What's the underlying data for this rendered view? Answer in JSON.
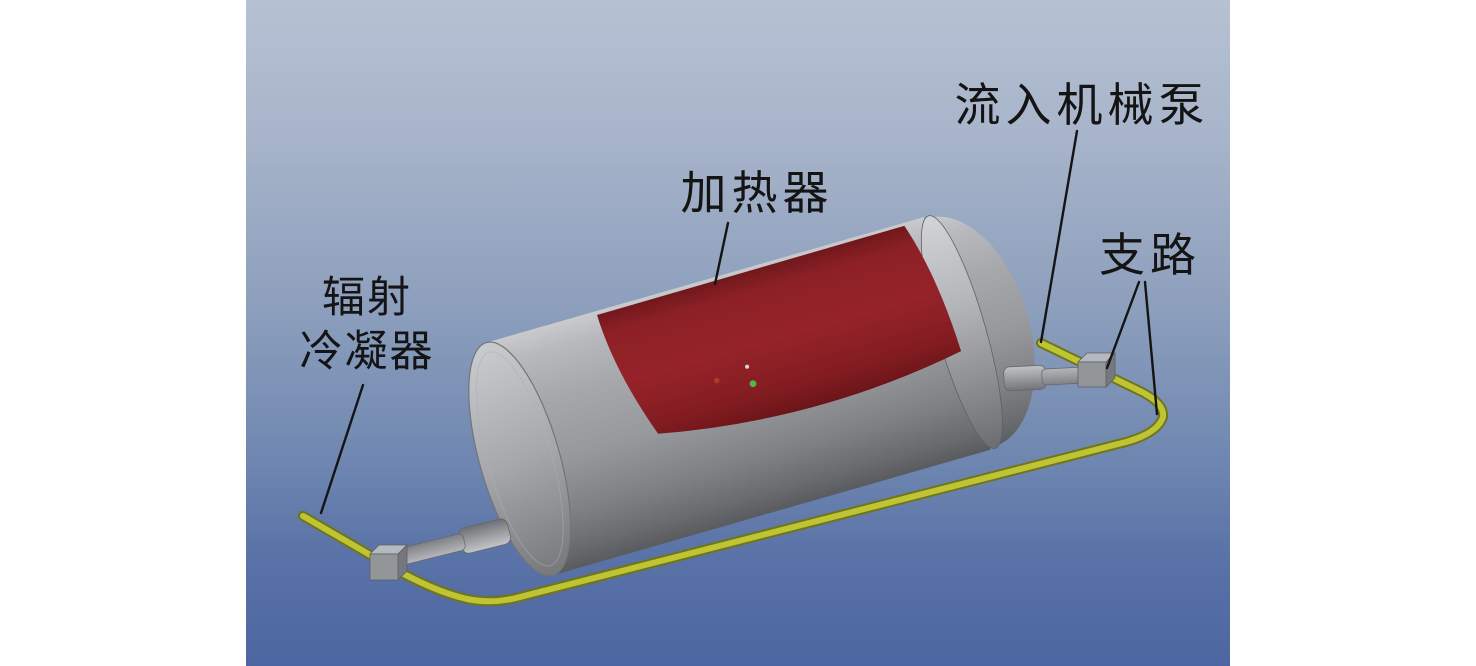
{
  "figure": {
    "labels": {
      "heater": "加热器",
      "inflow_pump": "流入机械泵",
      "branch": "支路",
      "radiative_condenser": [
        "辐射",
        "冷凝器"
      ]
    },
    "colors": {
      "background_top": "#b6c2d3",
      "background_bottom": "#4c66a1",
      "tank_gray": "#97989c",
      "heater_red": "#8e2026",
      "pipe_yellow": "#bec433",
      "pipe_outline": "#70751b",
      "indicator_green": "#4db848",
      "leader_line": "#141414"
    }
  }
}
